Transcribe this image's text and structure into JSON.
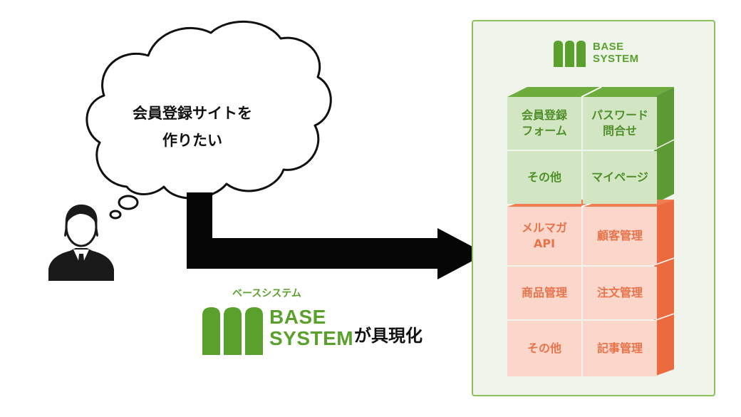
{
  "speech": {
    "line1": "会員登録サイトを",
    "line2": "作りたい"
  },
  "logo": {
    "line1": "BASE",
    "line2": "SYSTEM",
    "kana": "ベースシステム"
  },
  "tagline": "が具現化",
  "green_modules": [
    {
      "l1": "会員登録",
      "l2": "フォーム"
    },
    {
      "l1": "パスワード",
      "l2": "問合せ"
    },
    {
      "l1": "その他",
      "l2": ""
    },
    {
      "l1": "マイページ",
      "l2": ""
    }
  ],
  "orange_modules": [
    {
      "l1": "メルマガ",
      "l2": "API"
    },
    {
      "l1": "顧客管理",
      "l2": ""
    },
    {
      "l1": "商品管理",
      "l2": ""
    },
    {
      "l1": "注文管理",
      "l2": ""
    },
    {
      "l1": "その他",
      "l2": ""
    },
    {
      "l1": "記事管理",
      "l2": ""
    }
  ],
  "colors": {
    "brand_green": "#5aa02c",
    "module_green": "#d3e6c3",
    "module_green_side": "#6eac3d",
    "module_orange": "#fad7ca",
    "module_orange_side": "#f07c52"
  }
}
